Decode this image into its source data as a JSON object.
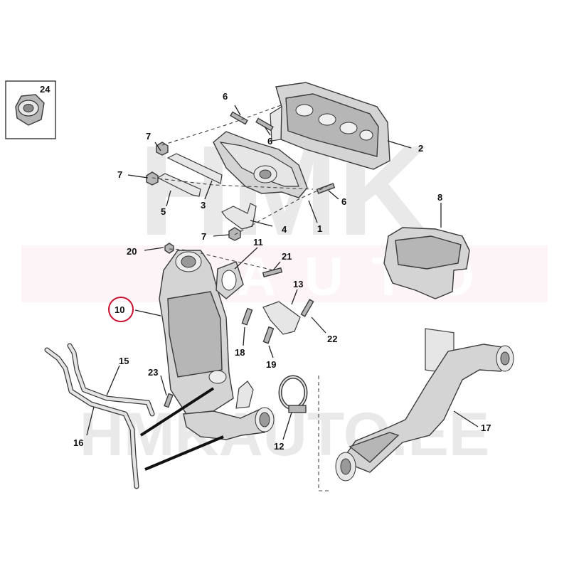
{
  "watermark": {
    "top": "HMK",
    "middle": "AUTO",
    "bottom": "HMKAUTO.EE"
  },
  "highlight_color": "#c8102e",
  "callouts": [
    {
      "id": "24",
      "label": "24"
    },
    {
      "id": "6a",
      "label": "6"
    },
    {
      "id": "6b",
      "label": "6"
    },
    {
      "id": "6c",
      "label": "6"
    },
    {
      "id": "2",
      "label": "2"
    },
    {
      "id": "7a",
      "label": "7"
    },
    {
      "id": "7b",
      "label": "7"
    },
    {
      "id": "7c",
      "label": "7"
    },
    {
      "id": "5",
      "label": "5"
    },
    {
      "id": "3",
      "label": "3"
    },
    {
      "id": "4",
      "label": "4"
    },
    {
      "id": "1",
      "label": "1"
    },
    {
      "id": "8",
      "label": "8"
    },
    {
      "id": "20",
      "label": "20"
    },
    {
      "id": "11",
      "label": "11"
    },
    {
      "id": "21",
      "label": "21"
    },
    {
      "id": "10",
      "label": "10",
      "highlighted": true
    },
    {
      "id": "13",
      "label": "13"
    },
    {
      "id": "22",
      "label": "22"
    },
    {
      "id": "18",
      "label": "18"
    },
    {
      "id": "19",
      "label": "19"
    },
    {
      "id": "15",
      "label": "15"
    },
    {
      "id": "23",
      "label": "23"
    },
    {
      "id": "16",
      "label": "16"
    },
    {
      "id": "12",
      "label": "12"
    },
    {
      "id": "17",
      "label": "17"
    }
  ]
}
